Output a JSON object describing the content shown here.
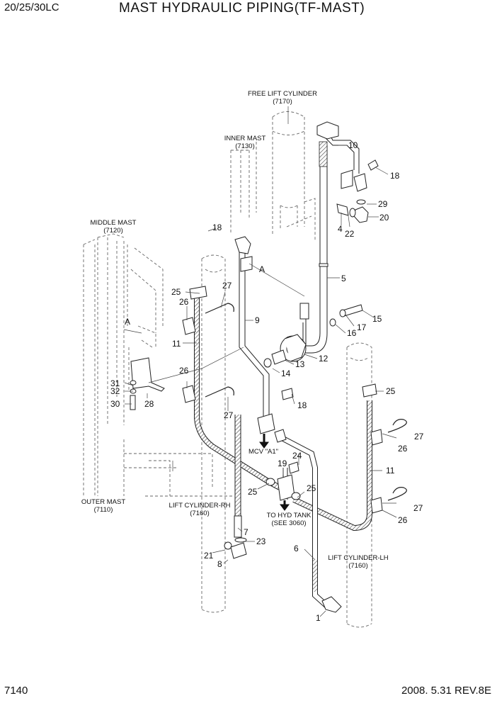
{
  "header": {
    "model": "20/25/30LC",
    "title": "MAST HYDRAULIC PIPING(TF-MAST)"
  },
  "footer": {
    "page": "7140",
    "revision": "2008.  5.31  REV.8E"
  },
  "assemblies": {
    "free_lift_cylinder": "FREE LIFT CYLINDER",
    "free_lift_cylinder_ref": "(7170)",
    "inner_mast": "INNER MAST",
    "inner_mast_ref": "(7130)",
    "middle_mast": "MIDDLE MAST",
    "middle_mast_ref": "(7120)",
    "outer_mast": "OUTER MAST",
    "outer_mast_ref": "(7110)",
    "lift_cylinder_rh": "LIFT CYLINDER-RH",
    "lift_cylinder_rh_ref": "(7160)",
    "lift_cylinder_lh": "LIFT CYLINDER-LH",
    "lift_cylinder_lh_ref": "(7160)",
    "mcv": "MCV \"A1\"",
    "to_hyd_tank": "TO HYD TANK",
    "to_hyd_tank_ref": "(SEE 3060)"
  },
  "detail_marks": {
    "a_upper": "A",
    "a_left": "A"
  },
  "callouts": {
    "p10": "10",
    "p18a": "18",
    "p29": "29",
    "p20": "20",
    "p4": "4",
    "p22": "22",
    "p18b": "18",
    "p5": "5",
    "p15": "15",
    "p16": "16",
    "p17": "17",
    "p25a": "25",
    "p27a": "27",
    "p26a": "26",
    "p9": "9",
    "p11a": "11",
    "p12": "12",
    "p13": "13",
    "p14": "14",
    "p26b": "26",
    "p31": "31",
    "p32": "32",
    "p30": "30",
    "p28": "28",
    "p18c": "18",
    "p27b": "27",
    "p25b": "25",
    "p27c": "27",
    "p26c": "26",
    "p24": "24",
    "p19": "19",
    "p11b": "11",
    "p25c": "25",
    "p25d": "25",
    "p27d": "27",
    "p26d": "26",
    "p7": "7",
    "p23": "23",
    "p21": "21",
    "p8": "8",
    "p6": "6",
    "p1": "1"
  }
}
